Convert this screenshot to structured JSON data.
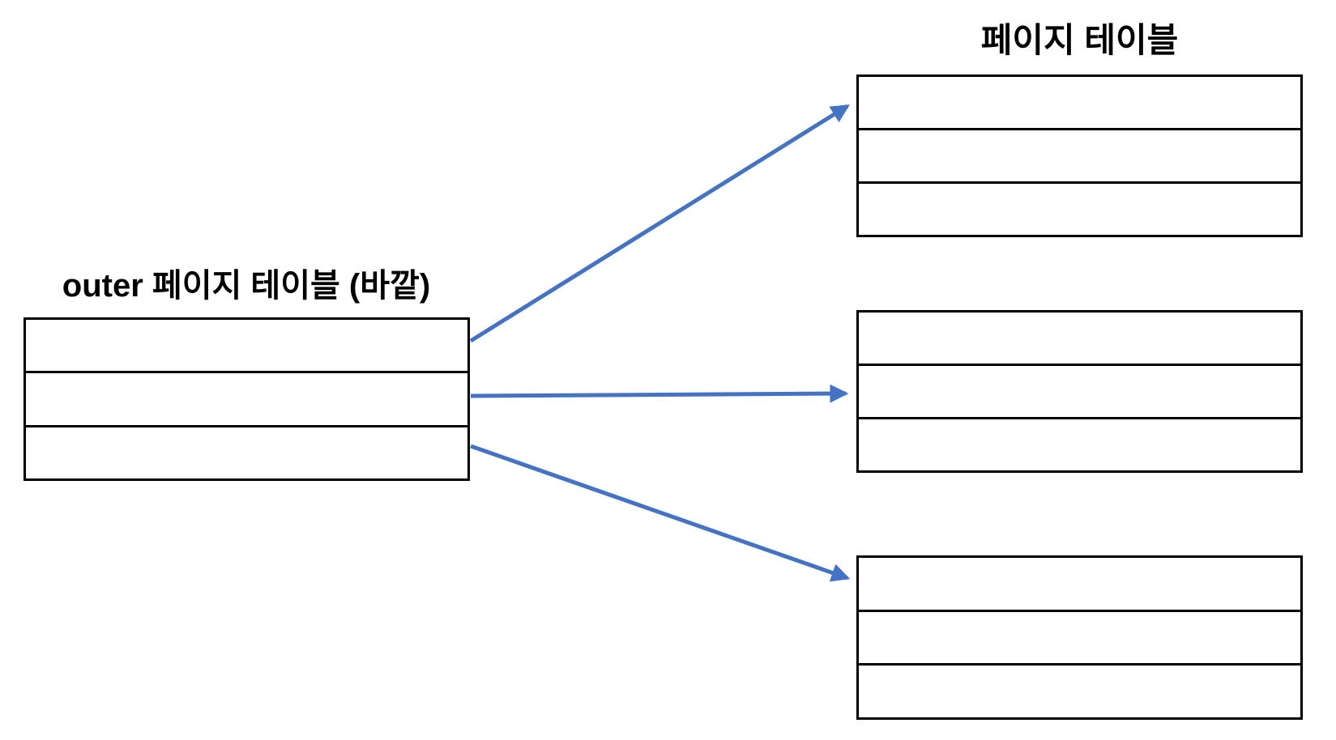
{
  "diagram": {
    "title": "페이지 테이블",
    "outer_label": "outer 페이지 테이블 (바깥)",
    "colors": {
      "arrow": "#4472C4",
      "table_border": "#000000",
      "background": "#FFFFFF",
      "text": "#000000"
    },
    "outer_table": {
      "label": "outer 페이지 테이블 (바깥)",
      "row_count": 3,
      "rows": [
        "",
        "",
        ""
      ]
    },
    "page_tables": [
      {
        "name": "page-table-1",
        "row_count": 3,
        "rows": [
          "",
          "",
          ""
        ]
      },
      {
        "name": "page-table-2",
        "row_count": 3,
        "rows": [
          "",
          "",
          ""
        ]
      },
      {
        "name": "page-table-3",
        "row_count": 3,
        "rows": [
          "",
          "",
          ""
        ]
      }
    ],
    "arrows": [
      {
        "from": "outer-table-row-1",
        "to": "page-table-1-row-1"
      },
      {
        "from": "outer-table-row-2",
        "to": "page-table-2-row-2"
      },
      {
        "from": "outer-table-row-3",
        "to": "page-table-3-row-1"
      }
    ]
  }
}
